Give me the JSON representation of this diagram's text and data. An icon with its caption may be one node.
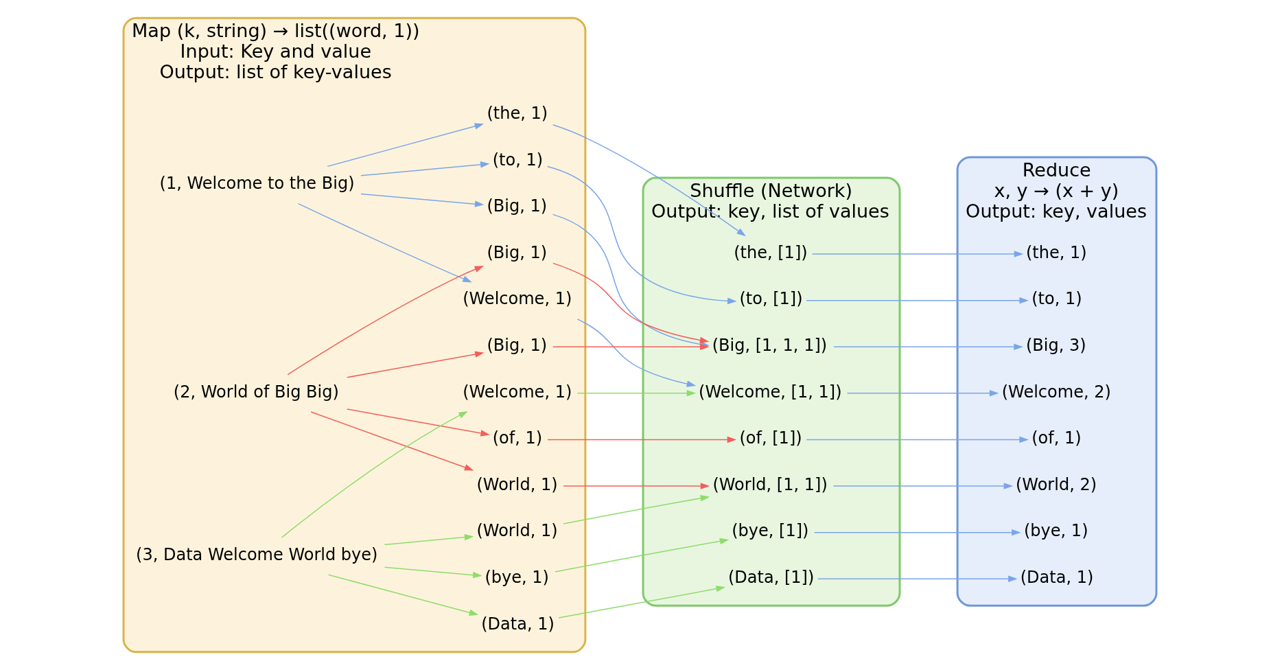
{
  "diagram": {
    "nodes": [
      {
        "text": [
          "Map (k, string) → list((word, 1))",
          "Input: Key and value",
          "Output: list of key-values"
        ]
      },
      {
        "text": [
          "Shuffle (Network)",
          "Output: key, list of values"
        ]
      },
      {
        "text": [
          "Reduce",
          "x, y → (x + y)",
          "Output: key, values"
        ]
      },
      {
        "text": [
          "(1, Welcome to the Big)"
        ],
        "in": 0
      },
      {
        "text": [
          "(Welcome, 1)"
        ],
        "in": 0
      },
      {
        "text": [
          "(to, 1)"
        ],
        "in": 0
      },
      {
        "text": [
          "(the, 1)"
        ],
        "in": 0
      },
      {
        "text": [
          "(Big, 1)"
        ],
        "in": 0
      },
      {
        "text": [
          "(2, World of Big Big)"
        ],
        "in": 0
      },
      {
        "text": [
          "(World, 1)"
        ],
        "in": 0
      },
      {
        "text": [
          "(of, 1)"
        ],
        "in": 0
      },
      {
        "text": [
          "(Big, 1)"
        ],
        "in": 0
      },
      {
        "text": [
          "(Big, 1)"
        ],
        "in": 0
      },
      {
        "text": [
          "(3, Data Welcome World bye)"
        ],
        "in": 0
      },
      {
        "text": [
          "(Data, 1)"
        ],
        "in": 0
      },
      {
        "text": [
          "(Welcome, 1)"
        ],
        "in": 0
      },
      {
        "text": [
          "(World, 1)"
        ],
        "in": 0
      },
      {
        "text": [
          "(bye, 1)"
        ],
        "in": 0
      },
      {
        "text": [
          "(Welcome, [1, 1])"
        ],
        "in": 1
      },
      {
        "text": [
          "(to, [1])"
        ],
        "in": 1
      },
      {
        "text": [
          "(the, [1])"
        ],
        "in": 1
      },
      {
        "text": [
          "(Big, [1, 1, 1])"
        ],
        "in": 1
      },
      {
        "text": [
          "(World, [1, 1])"
        ],
        "in": 1
      },
      {
        "text": [
          "(of, [1])"
        ],
        "in": 1
      },
      {
        "text": [
          "(Data, [1])"
        ],
        "in": 1
      },
      {
        "text": [
          "(bye, [1])"
        ],
        "in": 1
      },
      {
        "text": [
          "(Welcome, 2)"
        ],
        "in": 2
      },
      {
        "text": [
          "(to, 1)"
        ],
        "in": 2
      },
      {
        "text": [
          "(the, 1)"
        ],
        "in": 2
      },
      {
        "text": [
          "(Big, 3)"
        ],
        "in": 2
      },
      {
        "text": [
          "(World, 2)"
        ],
        "in": 2
      },
      {
        "text": [
          "(of, 1)"
        ],
        "in": 2
      },
      {
        "text": [
          "(Data, 1)"
        ],
        "in": 2
      },
      {
        "text": [
          "(bye, 1)"
        ],
        "in": 2
      }
    ],
    "edges": [
      {
        "from": 3,
        "to": 4,
        "arrow": "to"
      },
      {
        "from": 3,
        "to": 5,
        "arrow": "to"
      },
      {
        "from": 3,
        "to": 6,
        "arrow": "to"
      },
      {
        "from": 3,
        "to": 7,
        "arrow": "to"
      },
      {
        "from": 8,
        "to": 9,
        "arrow": "to",
        "color": "#f25f5c"
      },
      {
        "from": 8,
        "to": 10,
        "arrow": "to",
        "color": "#f25f5c"
      },
      {
        "from": 8,
        "to": 11,
        "arrow": "to",
        "color": "#f25f5c"
      },
      {
        "from": 8,
        "to": 12,
        "arrow": "to",
        "color": "#f25f5c"
      },
      {
        "from": 13,
        "to": 14,
        "arrow": "to",
        "color": "#8fdc6a"
      },
      {
        "from": 13,
        "to": 15,
        "arrow": "to",
        "color": "#8fdc6a"
      },
      {
        "from": 13,
        "to": 16,
        "arrow": "to",
        "color": "#8fdc6a"
      },
      {
        "from": 13,
        "to": 17,
        "arrow": "to",
        "color": "#8fdc6a"
      },
      {
        "from": 4,
        "to": 18,
        "arrow": "to"
      },
      {
        "from": 5,
        "to": 19,
        "arrow": "to"
      },
      {
        "from": 6,
        "to": 20,
        "arrow": "to"
      },
      {
        "from": 7,
        "to": 21,
        "arrow": "to"
      },
      {
        "from": 9,
        "to": 22,
        "arrow": "to",
        "color": "#f25f5c"
      },
      {
        "from": 10,
        "to": 23,
        "arrow": "to",
        "color": "#f25f5c"
      },
      {
        "from": 11,
        "to": 21,
        "arrow": "to",
        "color": "#f25f5c"
      },
      {
        "from": 12,
        "to": 21,
        "arrow": "to",
        "color": "#f25f5c"
      },
      {
        "from": 14,
        "to": 24,
        "arrow": "to",
        "color": "#8fdc6a"
      },
      {
        "from": 15,
        "to": 18,
        "arrow": "to",
        "color": "#8fdc6a"
      },
      {
        "from": 16,
        "to": 22,
        "arrow": "to",
        "color": "#8fdc6a"
      },
      {
        "from": 17,
        "to": 25,
        "arrow": "to",
        "color": "#8fdc6a"
      },
      {
        "from": 18,
        "to": 26,
        "arrow": "to"
      },
      {
        "from": 19,
        "to": 27,
        "arrow": "to"
      },
      {
        "from": 20,
        "to": 28,
        "arrow": "to"
      },
      {
        "from": 21,
        "to": 29,
        "arrow": "to"
      },
      {
        "from": 22,
        "to": 30,
        "arrow": "to"
      },
      {
        "from": 23,
        "to": 31,
        "arrow": "to"
      },
      {
        "from": 24,
        "to": 32,
        "arrow": "to"
      },
      {
        "from": 25,
        "to": 33,
        "arrow": "to"
      }
    ]
  }
}
